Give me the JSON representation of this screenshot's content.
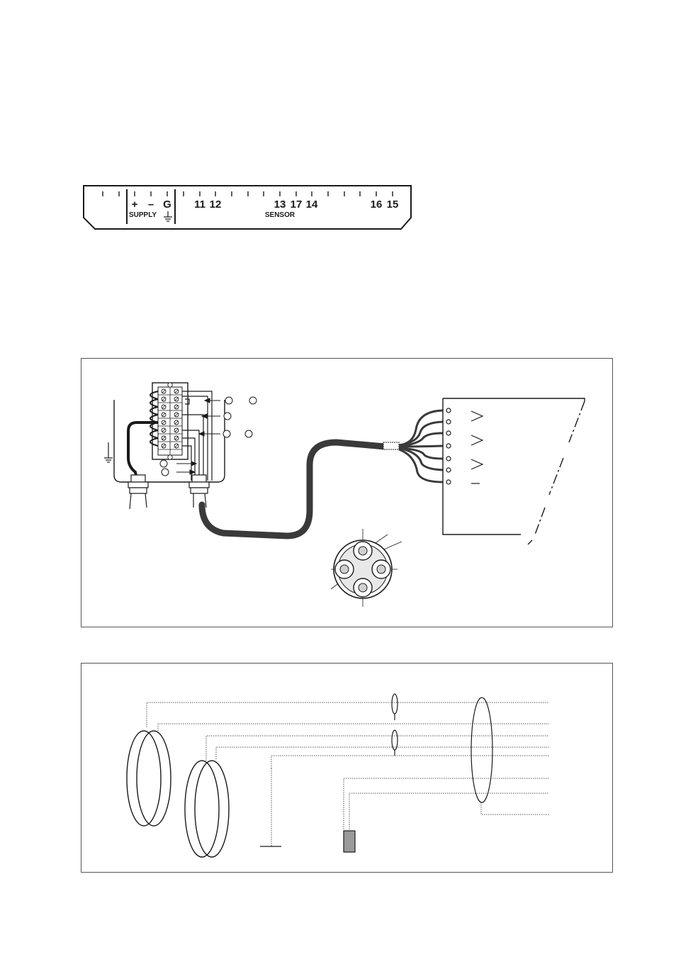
{
  "terminal_strip": {
    "labels": [
      "+",
      "–",
      "G",
      "11",
      "12",
      "13",
      "17",
      "14",
      "16",
      "15"
    ],
    "supply_label": "SUPPLY",
    "sensor_label": "SENSOR"
  },
  "colors": {
    "line": "#1a1a1a",
    "cable": "#3a3a3a",
    "dotted": "#555555",
    "sensor_block": "#9a9a9a"
  },
  "icons": [
    "ground-icon",
    "terminal-screw-icon",
    "cable-gland-icon"
  ]
}
